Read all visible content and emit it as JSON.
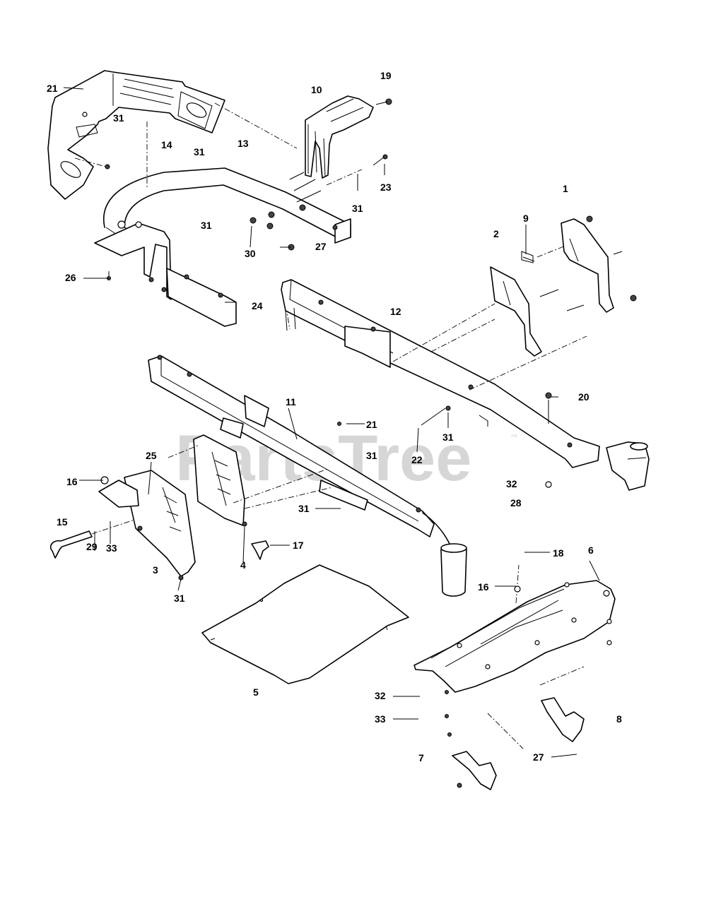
{
  "watermark": {
    "text": "PartsTree",
    "mark": "™"
  },
  "callouts": [
    {
      "id": "c21a",
      "text": "21"
    },
    {
      "id": "c31a",
      "text": "31"
    },
    {
      "id": "c14",
      "text": "14"
    },
    {
      "id": "c31b",
      "text": "31"
    },
    {
      "id": "c13",
      "text": "13"
    },
    {
      "id": "c10",
      "text": "10"
    },
    {
      "id": "c19",
      "text": "19"
    },
    {
      "id": "c23",
      "text": "23"
    },
    {
      "id": "c31c",
      "text": "31"
    },
    {
      "id": "c31d",
      "text": "31"
    },
    {
      "id": "c30",
      "text": "30"
    },
    {
      "id": "c27a",
      "text": "27"
    },
    {
      "id": "c26",
      "text": "26"
    },
    {
      "id": "c24",
      "text": "24"
    },
    {
      "id": "c1",
      "text": "1"
    },
    {
      "id": "c2",
      "text": "2"
    },
    {
      "id": "c9",
      "text": "9"
    },
    {
      "id": "c12",
      "text": "12"
    },
    {
      "id": "c20",
      "text": "20"
    },
    {
      "id": "c11",
      "text": "11"
    },
    {
      "id": "c21b",
      "text": "21"
    },
    {
      "id": "c31e",
      "text": "31"
    },
    {
      "id": "c22",
      "text": "22"
    },
    {
      "id": "c31f",
      "text": "31"
    },
    {
      "id": "c32a",
      "text": "32"
    },
    {
      "id": "c28",
      "text": "28"
    },
    {
      "id": "c25",
      "text": "25"
    },
    {
      "id": "c16a",
      "text": "16"
    },
    {
      "id": "c15",
      "text": "15"
    },
    {
      "id": "c29",
      "text": "29"
    },
    {
      "id": "c33a",
      "text": "33"
    },
    {
      "id": "c3",
      "text": "3"
    },
    {
      "id": "c31g",
      "text": "31"
    },
    {
      "id": "c4",
      "text": "4"
    },
    {
      "id": "c31h",
      "text": "31"
    },
    {
      "id": "c17",
      "text": "17"
    },
    {
      "id": "c18",
      "text": "18"
    },
    {
      "id": "c6",
      "text": "6"
    },
    {
      "id": "c16b",
      "text": "16"
    },
    {
      "id": "c5",
      "text": "5"
    },
    {
      "id": "c32b",
      "text": "32"
    },
    {
      "id": "c33b",
      "text": "33"
    },
    {
      "id": "c8",
      "text": "8"
    },
    {
      "id": "c7",
      "text": "7"
    },
    {
      "id": "c27b",
      "text": "27"
    }
  ]
}
